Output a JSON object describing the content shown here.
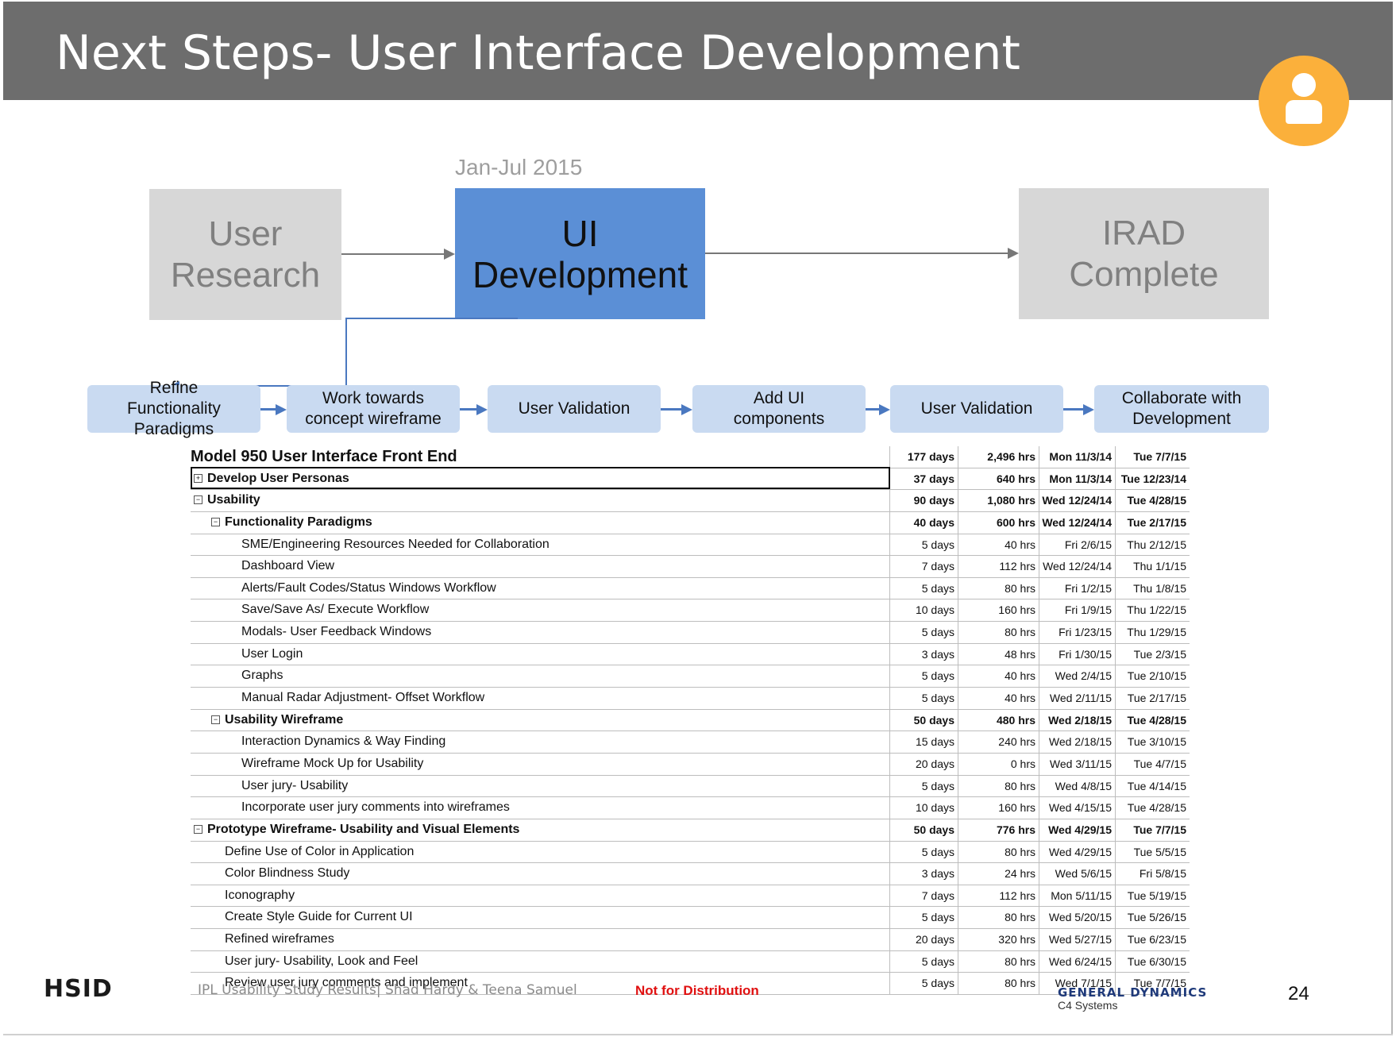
{
  "slide": {
    "title": "Next Steps- User Interface Development",
    "date_range": "Jan-Jul 2015",
    "page_number": "24"
  },
  "phases": [
    {
      "line1": "User",
      "line2": "Research"
    },
    {
      "line1": "UI",
      "line2": "Development"
    },
    {
      "line1": "IRAD",
      "line2": "Complete"
    }
  ],
  "steps": [
    {
      "line1": "Refine",
      "line2": "Functionality",
      "line3": "Paradigms"
    },
    {
      "line1": "Work towards",
      "line2": "concept wireframe"
    },
    {
      "line1": "User Validation"
    },
    {
      "line1": "Add UI",
      "line2": "components"
    },
    {
      "line1": "User Validation"
    },
    {
      "line1": "Collaborate with",
      "line2": "Development"
    }
  ],
  "tasks": [
    {
      "name": "Model 950 User Interface Front End",
      "duration": "177 days",
      "work": "2,496 hrs",
      "start": "Mon 11/3/14",
      "finish": "Tue 7/7/15"
    },
    {
      "name": "Develop User Personas",
      "toggle": "+",
      "duration": "37 days",
      "work": "640 hrs",
      "start": "Mon 11/3/14",
      "finish": "Tue 12/23/14"
    },
    {
      "name": "Usability",
      "toggle": "−",
      "duration": "90 days",
      "work": "1,080 hrs",
      "start": "Wed 12/24/14",
      "finish": "Tue 4/28/15"
    },
    {
      "name": "Functionality Paradigms",
      "toggle": "−",
      "duration": "40 days",
      "work": "600 hrs",
      "start": "Wed 12/24/14",
      "finish": "Tue 2/17/15"
    },
    {
      "name": "SME/Engineering Resources Needed for Collaboration",
      "duration": "5 days",
      "work": "40 hrs",
      "start": "Fri 2/6/15",
      "finish": "Thu 2/12/15"
    },
    {
      "name": "Dashboard View",
      "duration": "7 days",
      "work": "112 hrs",
      "start": "Wed 12/24/14",
      "finish": "Thu 1/1/15"
    },
    {
      "name": "Alerts/Fault Codes/Status Windows Workflow",
      "duration": "5 days",
      "work": "80 hrs",
      "start": "Fri 1/2/15",
      "finish": "Thu 1/8/15"
    },
    {
      "name": "Save/Save As/ Execute Workflow",
      "duration": "10 days",
      "work": "160 hrs",
      "start": "Fri 1/9/15",
      "finish": "Thu 1/22/15"
    },
    {
      "name": "Modals- User Feedback Windows",
      "duration": "5 days",
      "work": "80 hrs",
      "start": "Fri 1/23/15",
      "finish": "Thu 1/29/15"
    },
    {
      "name": "User Login",
      "duration": "3 days",
      "work": "48 hrs",
      "start": "Fri 1/30/15",
      "finish": "Tue 2/3/15"
    },
    {
      "name": "Graphs",
      "duration": "5 days",
      "work": "40 hrs",
      "start": "Wed 2/4/15",
      "finish": "Tue 2/10/15"
    },
    {
      "name": "Manual Radar Adjustment- Offset Workflow",
      "duration": "5 days",
      "work": "40 hrs",
      "start": "Wed 2/11/15",
      "finish": "Tue 2/17/15"
    },
    {
      "name": "Usability Wireframe",
      "toggle": "−",
      "duration": "50 days",
      "work": "480 hrs",
      "start": "Wed 2/18/15",
      "finish": "Tue 4/28/15"
    },
    {
      "name": "Interaction Dynamics & Way Finding",
      "duration": "15 days",
      "work": "240 hrs",
      "start": "Wed 2/18/15",
      "finish": "Tue 3/10/15"
    },
    {
      "name": "Wireframe Mock Up for Usability",
      "duration": "20 days",
      "work": "0 hrs",
      "start": "Wed 3/11/15",
      "finish": "Tue 4/7/15"
    },
    {
      "name": "User jury- Usability",
      "duration": "5 days",
      "work": "80 hrs",
      "start": "Wed 4/8/15",
      "finish": "Tue 4/14/15"
    },
    {
      "name": "Incorporate user jury comments into wireframes",
      "duration": "10 days",
      "work": "160 hrs",
      "start": "Wed 4/15/15",
      "finish": "Tue 4/28/15"
    },
    {
      "name": "Prototype Wireframe- Usability and Visual Elements",
      "toggle": "−",
      "duration": "50 days",
      "work": "776 hrs",
      "start": "Wed 4/29/15",
      "finish": "Tue 7/7/15"
    },
    {
      "name": "Define Use of Color in Application",
      "duration": "5 days",
      "work": "80 hrs",
      "start": "Wed 4/29/15",
      "finish": "Tue 5/5/15"
    },
    {
      "name": "Color Blindness Study",
      "duration": "3 days",
      "work": "24 hrs",
      "start": "Wed 5/6/15",
      "finish": "Fri 5/8/15"
    },
    {
      "name": "Iconography",
      "duration": "7 days",
      "work": "112 hrs",
      "start": "Mon 5/11/15",
      "finish": "Tue 5/19/15"
    },
    {
      "name": "Create Style Guide for Current UI",
      "duration": "5 days",
      "work": "80 hrs",
      "start": "Wed 5/20/15",
      "finish": "Tue 5/26/15"
    },
    {
      "name": "Refined wireframes",
      "duration": "20 days",
      "work": "320 hrs",
      "start": "Wed 5/27/15",
      "finish": "Tue 6/23/15"
    },
    {
      "name": "User jury- Usability, Look and Feel",
      "duration": "5 days",
      "work": "80 hrs",
      "start": "Wed 6/24/15",
      "finish": "Tue 6/30/15"
    },
    {
      "name": "Review user jury comments and implement",
      "duration": "5 days",
      "work": "80 hrs",
      "start": "Wed 7/1/15",
      "finish": "Tue 7/7/15"
    }
  ],
  "footer": {
    "logo": "HSID",
    "text": "IPL Usability Study Results| Shad Hardy & Teena Samuel",
    "warning": "Not for Distribution",
    "company": "GENERAL DYNAMICS",
    "division": "C4 Systems"
  },
  "colors": {
    "header_bg": "#6d6d6d",
    "accent_blue": "#5b8fd6",
    "step_bg": "#c9daf1",
    "avatar": "#fbb03b",
    "warning": "#e01010"
  }
}
